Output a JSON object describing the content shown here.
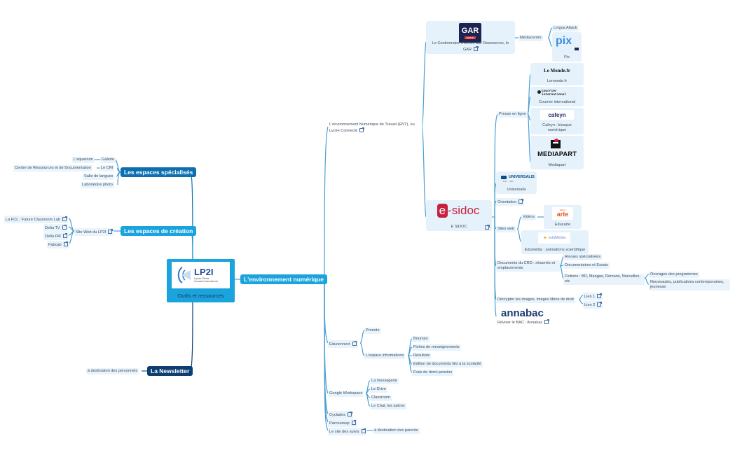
{
  "root": {
    "title": "Outils et ressources",
    "logo_text": "LP2I",
    "logo_sub1": "Lycée Pilote",
    "logo_sub2": "Innovant International"
  },
  "branches": {
    "specialises": "Les espaces spécialisés",
    "creation": "Les espaces de création",
    "newsletter": "La Newsletter",
    "numerique": "L'environnement numérique"
  },
  "specialises": {
    "galerie": "Galerie",
    "aquarium": "L'aquarium",
    "cri": "Le CRI",
    "cdi": "Centre de Ressources et de Documentation",
    "langues": "Salle de langues",
    "photo": "Laboratoire photo"
  },
  "creation": {
    "site": "Site Web du LP2I",
    "fcl": "La FCL : Future Classroom Lab",
    "deltatv": "Delta TV",
    "deltafm": "Delta FM",
    "fabcab": "Fabcab"
  },
  "newsletter": {
    "personnels": "à destination des personnels"
  },
  "ent": {
    "label": "L'environnement Numérique de Travail (ENT), ou Lycée Connecté",
    "gar_caption": "Le Gestionnaire d'Accès aux Ressources, le GAR",
    "gar_logo": "GAR",
    "gar_sub": "ARMOR",
    "mediacentre": "Mediacentre",
    "lingua": "Lingua Attack",
    "pix_logo": "pix",
    "pix": "Pix",
    "esidoc_logo_e": "e",
    "esidoc_logo_rest": "-sidoc",
    "esidoc": "E SIDOC",
    "presse": "Presse en ligne",
    "lemonde_logo": "Le Monde.fr",
    "lemonde": "Lemonde.fr",
    "courrier_logo1": "Courrier",
    "courrier_logo2": "international",
    "courrier": "Courrier international",
    "cafeyn_logo": "cafeyn",
    "cafeyn": "Cafeyn : kiosque numérique",
    "mediapart_logo": "MEDIAPART",
    "mediapart": "Mediapart",
    "universalis_logo": "UNIVERSALIS",
    "universalis_sub": "EDU · 4BA",
    "universalis": "Universalis",
    "orientation": "Orientation",
    "sites_web": "Sites web",
    "videos": "Vidéos",
    "arte_logo": "arte",
    "arte_top": "EDUC",
    "educarte": "Educarte",
    "edumedia_logo": "eduMedia",
    "edumedia": "Edumédia : animations scientifique",
    "docs_cdi": "Documents du CRD : résumés et emplacements",
    "revues": "Revues spécialisées",
    "documentaires": "Documentaires et Essais",
    "fictions": "Fictions : BD, Mangas, Romans, Nouvelles, etc",
    "ouvrages": "Ouvrages des programmes",
    "nouveautes": "Nouveautés, publications contemporaines, jeunesse",
    "decrypter": "Décrypter les images, images libres de droit",
    "lien1": "Lien 1",
    "lien2": "Lien 2",
    "annabac_logo": "annabac",
    "annabac": "Réviser le BAC : Annabac"
  },
  "educonnect": {
    "label": "Educonnect",
    "pronote": "Pronote",
    "espace": "L'espace informations",
    "bourses": "Bourses",
    "fiches": "Fiches de renseignements",
    "resultats": "Résultats",
    "edition": "Edition de documents liés à la scolarité",
    "frais": "Frais de demi-pension"
  },
  "google": {
    "label": "Google Workspace",
    "messagerie": "La messagerie",
    "drive": "Le Drive",
    "classroom": "Classroom",
    "chat": "Le Chat, les salons"
  },
  "others": {
    "cyclades": "Cyclades",
    "parcoursup": "Parcoursup",
    "suivis": "Le site des suivis",
    "parents": "à destination des parents"
  },
  "colors": {
    "branch_dark": "#0d5e9d",
    "branch_mid": "#0c7bc4",
    "branch_light": "#1aa3dd",
    "node_bg": "#e8f3fb",
    "line": "#4a9fd0",
    "line_dark": "#1d5b8c"
  }
}
